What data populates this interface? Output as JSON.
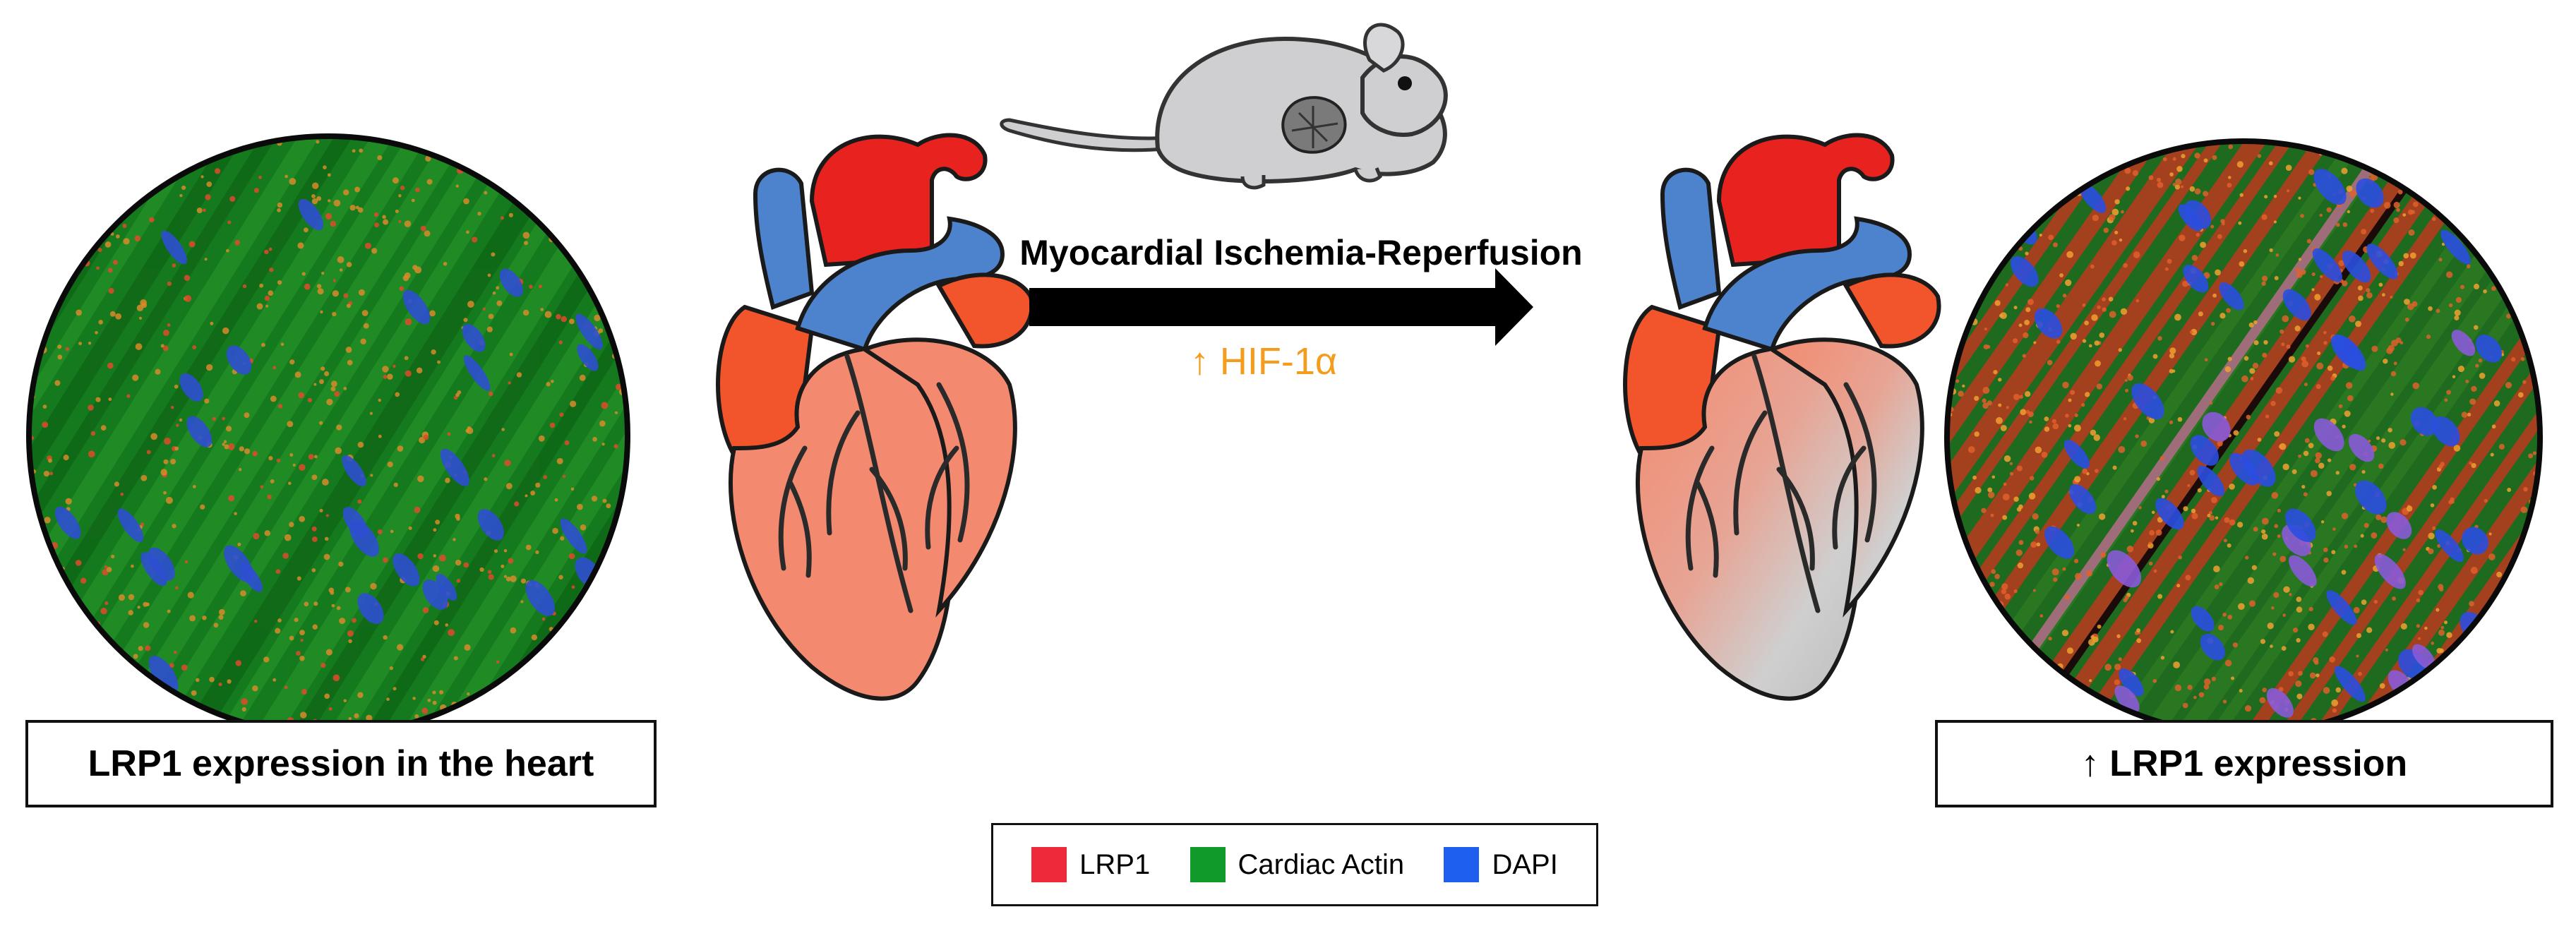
{
  "process": {
    "arrow_label": "Myocardial Ischemia-Reperfusion",
    "induction_label": "↑ HIF-1α",
    "induction_color": "#f39c1e"
  },
  "panels": {
    "left_caption": "LRP1 expression in the heart",
    "right_caption": "↑ LRP1 expression"
  },
  "legend": {
    "items": [
      {
        "label": "LRP1",
        "color": "#ee2a3a"
      },
      {
        "label": "Cardiac Actin",
        "color": "#0f9a2a"
      },
      {
        "label": "DAPI",
        "color": "#1f5ff0"
      }
    ]
  },
  "colors": {
    "heart_red": "#e8231f",
    "heart_orange": "#f2552b",
    "heart_salmon": "#f38a6f",
    "vessel_blue": "#4d82cc",
    "injury_gray": "#c9c9c9",
    "arrow": "#000000"
  },
  "icons": [
    "mouse-illustration",
    "heart-illustration",
    "microscopy-image"
  ]
}
